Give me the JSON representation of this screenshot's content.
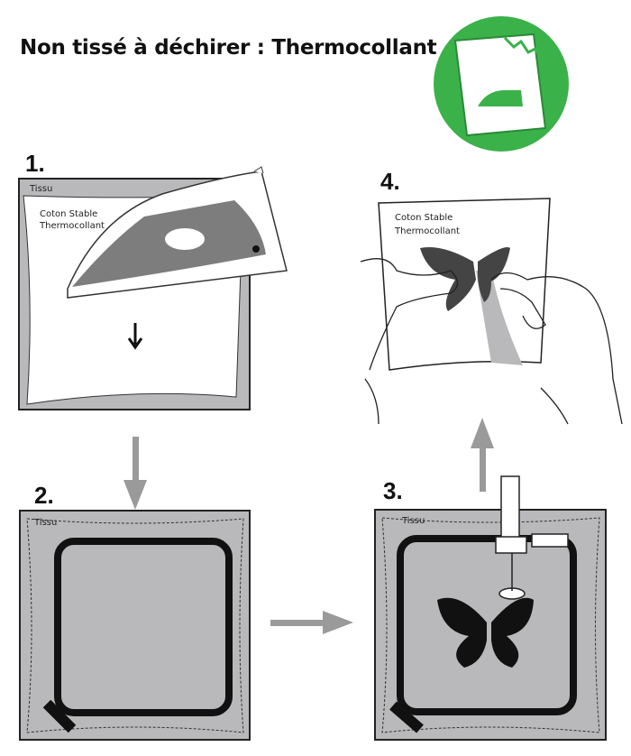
{
  "title": "Non tissé à déchirer : Thermocollant",
  "badge": {
    "icon": "tearaway-iron-icon",
    "color": "#3bb14a"
  },
  "steps": [
    {
      "number": "1.",
      "fabric_label": "Tissu",
      "stabilizer_label_1": "Coton Stable",
      "stabilizer_label_2": "Thermocollant"
    },
    {
      "number": "2.",
      "fabric_label": "Tissu"
    },
    {
      "number": "3.",
      "fabric_label": "Tissu"
    },
    {
      "number": "4.",
      "stabilizer_label_1": "Coton Stable",
      "stabilizer_label_2": "Thermocollant"
    }
  ],
  "colors": {
    "fabric": "#b9b9bb",
    "arrow": "#9a9a9a",
    "iron": "#7d7d7d"
  }
}
